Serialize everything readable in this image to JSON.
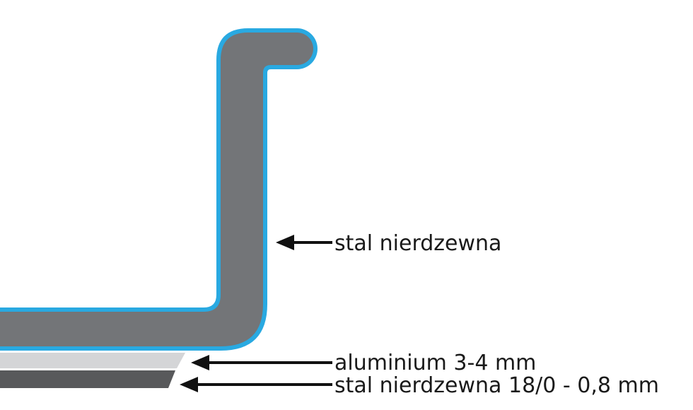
{
  "labels": {
    "stainless_steel": "stal nierdzewna",
    "aluminium_layer": "aluminium 3-4 mm",
    "outer_steel_layer": "stal nierdzewna 18/0 - 0,8 mm"
  },
  "colors": {
    "steel_body": "#737578",
    "steel_outline": "#29a9e1",
    "aluminium": "#d4d5d7",
    "outer_steel": "#58595b",
    "arrow": "#111111",
    "text": "#1a1a1a"
  }
}
